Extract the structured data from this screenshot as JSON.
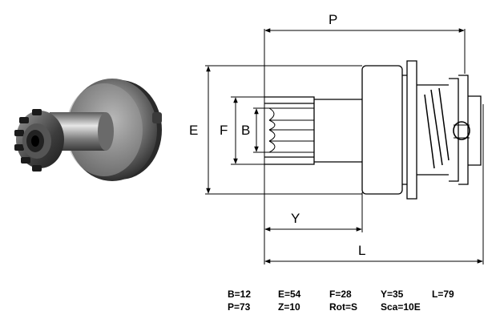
{
  "diagram": {
    "labels": {
      "p": "P",
      "e": "E",
      "f": "F",
      "b": "B",
      "y": "Y",
      "l": "L"
    }
  },
  "specs": {
    "row1": [
      "B=12",
      "E=54",
      "F=28",
      "Y=35",
      "L=79"
    ],
    "row2": [
      "P=73",
      "Z=10",
      "Rot=S",
      "Sca=10E"
    ]
  }
}
